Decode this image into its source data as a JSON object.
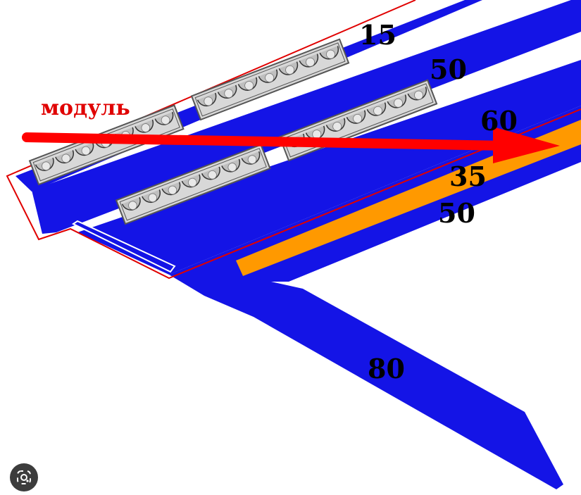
{
  "labels": {
    "module": "модуль",
    "dim_15": "15",
    "dim_50_top": "50",
    "dim_60": "60",
    "dim_35": "35",
    "dim_50_bottom": "50",
    "dim_80": "80"
  },
  "colors": {
    "beam": "#1414e6",
    "strip": "#ff9900",
    "outline": "#e00000",
    "arrow": "#ff0000",
    "module_fill": "#d8d8d8",
    "module_stroke": "#555555"
  },
  "modules": {
    "cells_per_module": 7,
    "count": 4
  },
  "icons": {
    "lens": "camera-lens-icon"
  }
}
